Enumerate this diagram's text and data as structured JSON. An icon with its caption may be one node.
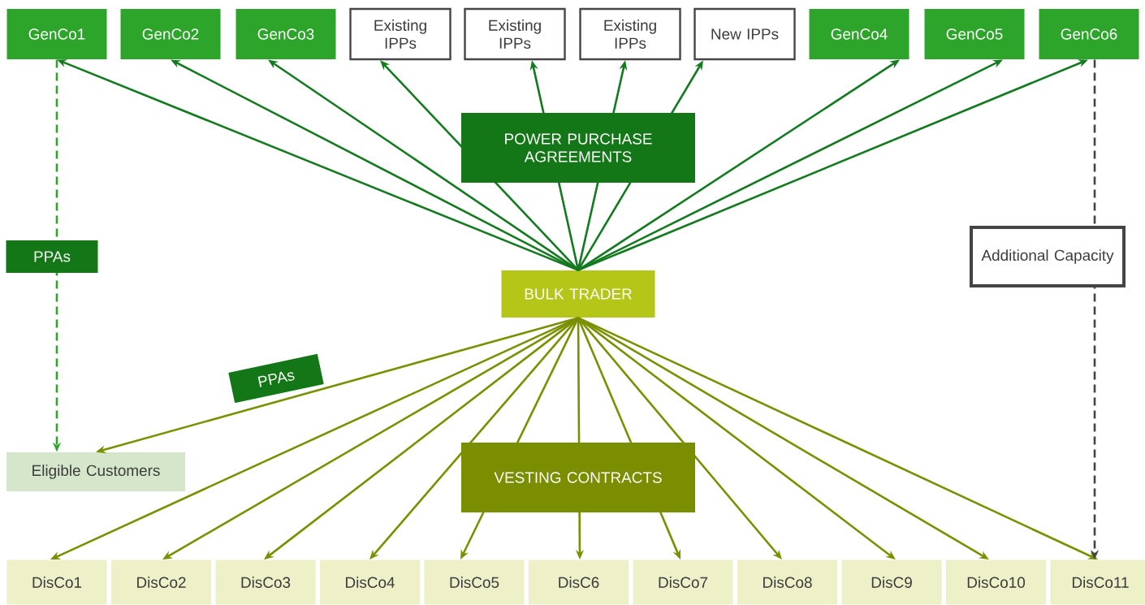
{
  "diagram": {
    "nodes": [
      {
        "text": [
          "GenCo1"
        ]
      },
      {
        "text": [
          "GenCo2"
        ]
      },
      {
        "text": [
          "GenCo3"
        ]
      },
      {
        "text": [
          "Existing IPPs"
        ]
      },
      {
        "text": [
          "Existing IPPs"
        ]
      },
      {
        "text": [
          "Existing IPPs"
        ]
      },
      {
        "text": [
          "New IPPs"
        ]
      },
      {
        "text": [
          "GenCo4"
        ]
      },
      {
        "text": [
          "GenCo5"
        ]
      },
      {
        "text": [
          "GenCo6"
        ]
      },
      {
        "text": [
          "BULK TRADER"
        ]
      },
      {
        "text": [
          "Eligible Customers"
        ]
      },
      {
        "text": [
          "DisCo1"
        ]
      },
      {
        "text": [
          "DisCo2"
        ]
      },
      {
        "text": [
          "DisCo3"
        ]
      },
      {
        "text": [
          "DisCo4"
        ]
      },
      {
        "text": [
          "DisCo5"
        ]
      },
      {
        "text": [
          "DisC6"
        ]
      },
      {
        "text": [
          "DisCo7"
        ]
      },
      {
        "text": [
          "DisCo8"
        ]
      },
      {
        "text": [
          "DisC9"
        ]
      },
      {
        "text": [
          "DisCo10"
        ]
      },
      {
        "text": [
          "DisCo11"
        ]
      }
    ],
    "edges": [
      {
        "from": 10,
        "to": 0,
        "arrow": "to",
        "color": "#137a1f"
      },
      {
        "from": 10,
        "to": 1,
        "arrow": "to",
        "color": "#137a1f"
      },
      {
        "from": 10,
        "to": 2,
        "arrow": "to",
        "color": "#137a1f"
      },
      {
        "from": 10,
        "to": 3,
        "arrow": "to",
        "color": "#137a1f"
      },
      {
        "from": 10,
        "to": 4,
        "arrow": "to",
        "color": "#137a1f",
        "label": "POWER PURCHASE AGREEMENTS"
      },
      {
        "from": 10,
        "to": 5,
        "arrow": "to",
        "color": "#137a1f"
      },
      {
        "from": 10,
        "to": 6,
        "arrow": "to",
        "color": "#137a1f"
      },
      {
        "from": 10,
        "to": 7,
        "arrow": "to",
        "color": "#137a1f"
      },
      {
        "from": 10,
        "to": 8,
        "arrow": "to",
        "color": "#137a1f"
      },
      {
        "from": 10,
        "to": 9,
        "arrow": "to",
        "color": "#137a1f"
      },
      {
        "from": 10,
        "to": 11,
        "arrow": "to",
        "label": "PPAs"
      },
      {
        "from": 10,
        "to": 12,
        "arrow": "to"
      },
      {
        "from": 10,
        "to": 13,
        "arrow": "to"
      },
      {
        "from": 10,
        "to": 14,
        "arrow": "to"
      },
      {
        "from": 10,
        "to": 15,
        "arrow": "to"
      },
      {
        "from": 10,
        "to": 16,
        "arrow": "to"
      },
      {
        "from": 10,
        "to": 17,
        "arrow": "to",
        "label": "VESTING CONTRACTS"
      },
      {
        "from": 10,
        "to": 18,
        "arrow": "to"
      },
      {
        "from": 10,
        "to": 19,
        "arrow": "to"
      },
      {
        "from": 10,
        "to": 20,
        "arrow": "to"
      },
      {
        "from": 10,
        "to": 21,
        "arrow": "to"
      },
      {
        "from": 10,
        "to": 22,
        "arrow": "to"
      },
      {
        "from": 0,
        "to": 11,
        "arrow": "to",
        "style": "dashed",
        "color": "#2ca52a",
        "label": "PPAs"
      },
      {
        "from": 9,
        "to": 22,
        "arrow": "to",
        "style": "dashed",
        "color": "#444444",
        "label": "Additional Capacity"
      }
    ]
  }
}
